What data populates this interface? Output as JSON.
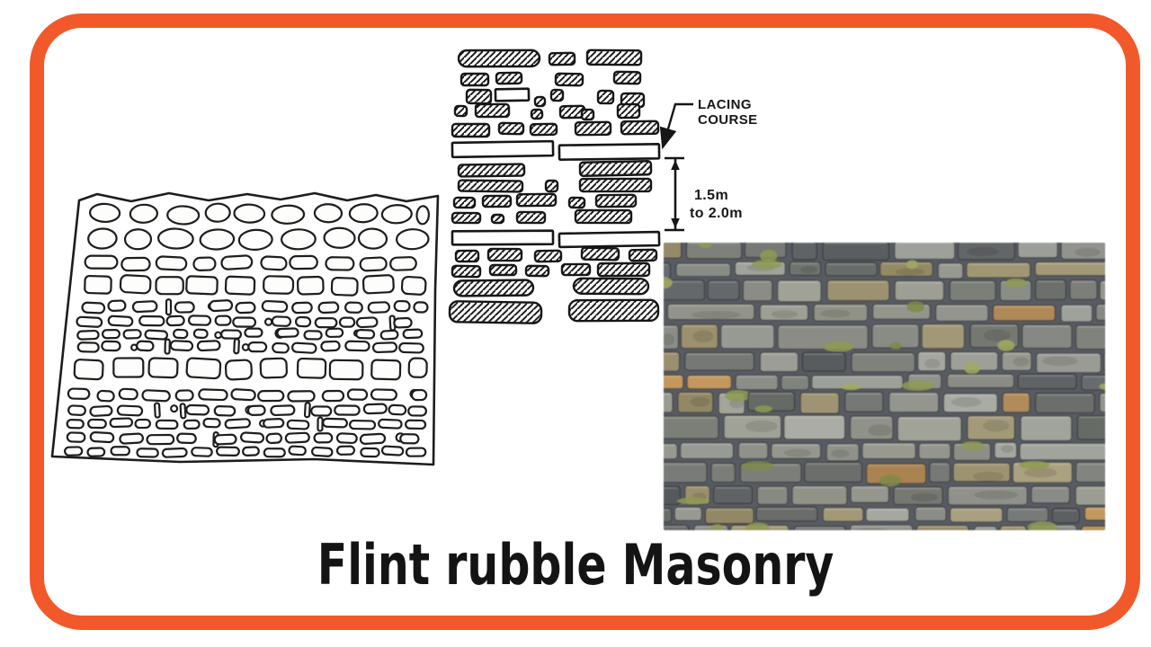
{
  "title": {
    "text": "Flint rubble Masonry",
    "color": "#141414"
  },
  "frame": {
    "border_color": "#f1592a"
  },
  "diagram": {
    "lacing_line1": "LACING",
    "lacing_line2": "COURSE",
    "dim_line1": "1.5m",
    "dim_line2": "to 2.0m",
    "ink_color": "#161616"
  },
  "photo": {
    "mortar_color": "#565b62",
    "stone_palette": [
      "#8e9189",
      "#999c93",
      "#848780",
      "#a2a49c",
      "#787c74",
      "#6d716c",
      "#9a9c8f",
      "#a59a74",
      "#9b8e66",
      "#5f6366",
      "#8d9087",
      "#94968c"
    ],
    "moss_colors": [
      "#8e9c48",
      "#a3ad55",
      "#7c8b3e"
    ],
    "accent_colors": [
      "#b78a50",
      "#c08d4a"
    ]
  },
  "sketch": {
    "ink_color": "#1d1d1d",
    "fill_color": "#fdfdfc"
  }
}
